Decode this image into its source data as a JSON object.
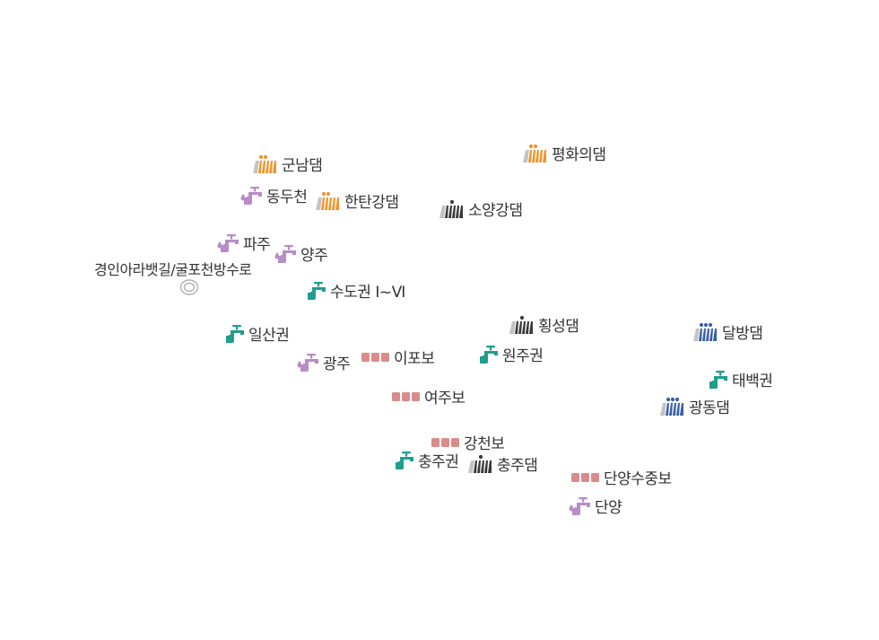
{
  "colors": {
    "dam_orange": "#f0952c",
    "dam_dark": "#3a3a3a",
    "dam_blue": "#3a5ea8",
    "dam_shade": "#c4c4c4",
    "intake_green": "#1f9e8e",
    "intake_purple": "#b88cc8",
    "weir_red": "#d98c8c",
    "label_text": "#333333"
  },
  "canal": {
    "label": "경인아라뱃길/굴포천방수로",
    "icon": "target-ring-icon"
  },
  "markers": [
    {
      "id": "gunnam-dam",
      "type": "dam",
      "variant": "orange",
      "icon": "dam-icon",
      "label": "군남댐"
    },
    {
      "id": "pyeonghwa-dam",
      "type": "dam",
      "variant": "orange",
      "icon": "dam-icon",
      "label": "평화의댐"
    },
    {
      "id": "dongducheon",
      "type": "local-intake",
      "variant": "purple",
      "icon": "water-tap-icon",
      "label": "동두천"
    },
    {
      "id": "hantangang-dam",
      "type": "dam",
      "variant": "orange",
      "icon": "dam-icon",
      "label": "한탄강댐"
    },
    {
      "id": "soyanggang-dam",
      "type": "dam",
      "variant": "dark",
      "icon": "dam-icon",
      "label": "소양강댐"
    },
    {
      "id": "paju",
      "type": "local-intake",
      "variant": "purple",
      "icon": "water-tap-icon",
      "label": "파주"
    },
    {
      "id": "yangju",
      "type": "local-intake",
      "variant": "purple",
      "icon": "water-tap-icon",
      "label": "양주"
    },
    {
      "id": "sudogwon",
      "type": "regional-intake",
      "variant": "green",
      "icon": "water-tap-icon",
      "label": "수도권 Ⅰ~Ⅵ"
    },
    {
      "id": "ilsangwon",
      "type": "regional-intake",
      "variant": "green",
      "icon": "water-tap-icon",
      "label": "일산권"
    },
    {
      "id": "hoengseong-dam",
      "type": "dam",
      "variant": "dark",
      "icon": "dam-icon",
      "label": "횡성댐"
    },
    {
      "id": "dalbang-dam",
      "type": "dam",
      "variant": "blue",
      "icon": "dam-icon",
      "label": "달방댐"
    },
    {
      "id": "gwangju",
      "type": "local-intake",
      "variant": "purple",
      "icon": "water-tap-icon",
      "label": "광주"
    },
    {
      "id": "ipo-weir",
      "type": "weir",
      "variant": "red",
      "icon": "weir-icon",
      "label": "이포보"
    },
    {
      "id": "wonjugwon",
      "type": "regional-intake",
      "variant": "green",
      "icon": "water-tap-icon",
      "label": "원주권"
    },
    {
      "id": "taebaekgwon",
      "type": "regional-intake",
      "variant": "green",
      "icon": "water-tap-icon",
      "label": "태백권"
    },
    {
      "id": "yeoju-weir",
      "type": "weir",
      "variant": "red",
      "icon": "weir-icon",
      "label": "여주보"
    },
    {
      "id": "gwangdong-dam",
      "type": "dam",
      "variant": "blue",
      "icon": "dam-icon",
      "label": "광동댐"
    },
    {
      "id": "gangcheon-weir",
      "type": "weir",
      "variant": "red",
      "icon": "weir-icon",
      "label": "강천보"
    },
    {
      "id": "chungjugwon",
      "type": "regional-intake",
      "variant": "green",
      "icon": "water-tap-icon",
      "label": "충주권"
    },
    {
      "id": "chungju-dam",
      "type": "dam",
      "variant": "dark",
      "icon": "dam-icon",
      "label": "충주댐"
    },
    {
      "id": "danyang-sujung-weir",
      "type": "weir",
      "variant": "red",
      "icon": "weir-icon",
      "label": "단양수중보"
    },
    {
      "id": "danyang",
      "type": "local-intake",
      "variant": "purple",
      "icon": "water-tap-icon",
      "label": "단양"
    }
  ]
}
